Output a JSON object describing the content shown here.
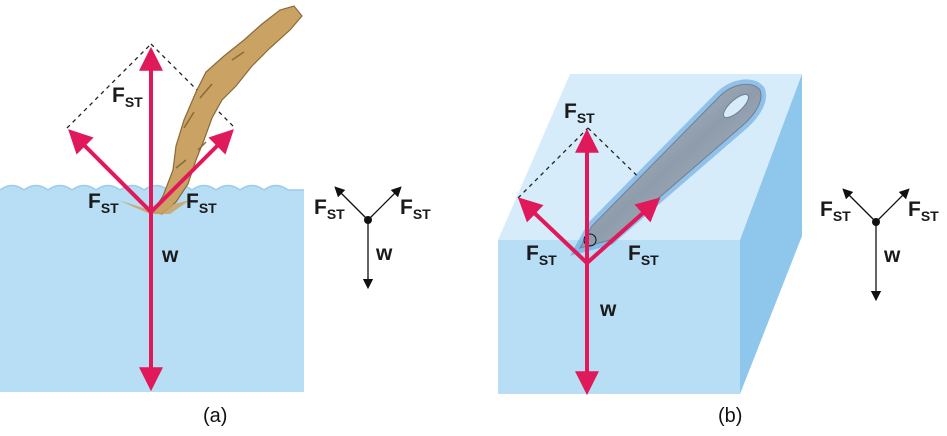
{
  "panels": {
    "a": {
      "caption": "(a)",
      "labels": {
        "fst_top": {
          "main": "F",
          "sub": "ST"
        },
        "fst_left": {
          "main": "F",
          "sub": "ST"
        },
        "fst_right": {
          "main": "F",
          "sub": "ST"
        },
        "weight": "w"
      },
      "fbd": {
        "fst_left": {
          "main": "F",
          "sub": "ST"
        },
        "fst_right": {
          "main": "F",
          "sub": "ST"
        },
        "weight": "w"
      }
    },
    "b": {
      "caption": "(b)",
      "labels": {
        "fst_top": {
          "main": "F",
          "sub": "ST"
        },
        "fst_left": {
          "main": "F",
          "sub": "ST"
        },
        "fst_right": {
          "main": "F",
          "sub": "ST"
        },
        "weight": "w"
      },
      "fbd": {
        "fst_left": {
          "main": "F",
          "sub": "ST"
        },
        "fst_right": {
          "main": "F",
          "sub": "ST"
        },
        "weight": "w"
      }
    }
  },
  "colors": {
    "water": "#b8def5",
    "water_edge": "#9ccbeb",
    "block_top": "#d6ecfa",
    "block_side": "#8fc7ec",
    "force_arrow": "#e0195a",
    "stick": "#c9a264",
    "stick_dark": "#8a6a3a",
    "needle": "#9aa9b8",
    "needle_glow": "#3d8fd8"
  }
}
